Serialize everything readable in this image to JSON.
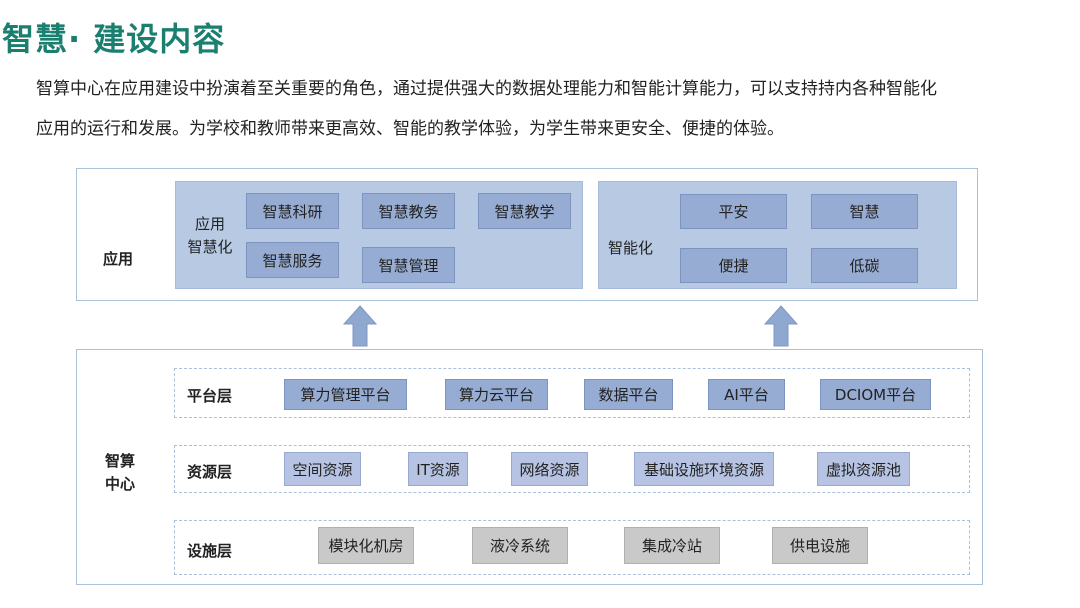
{
  "header": {
    "title": "智慧· 建设内容",
    "description_line1": "智算中心在应用建设中扮演着至关重要的角色，通过提供强大的数据处理能力和智能计算能力，可以支持持内各种智能化",
    "description_line2": "应用的运行和发展。为学校和教师带来更高效、智能的教学体验，为学生带来更安全、便捷的体验。"
  },
  "application": {
    "label": "应用",
    "left_panel": {
      "label_line1": "应用",
      "label_line2": "智慧化",
      "items": [
        "智慧科研",
        "智慧教务",
        "智慧教学",
        "智慧服务",
        "智慧管理"
      ]
    },
    "right_panel": {
      "label": "智能化",
      "items": [
        "平安",
        "智慧",
        "便捷",
        "低碳"
      ]
    }
  },
  "compute_center": {
    "label_line1": "智算",
    "label_line2": "中心",
    "platform_layer": {
      "label": "平台层",
      "items": [
        "算力管理平台",
        "算力云平台",
        "数据平台",
        "AI平台",
        "DCIOM平台"
      ]
    },
    "resource_layer": {
      "label": "资源层",
      "items": [
        "空间资源",
        "IT资源",
        "网络资源",
        "基础设施环境资源",
        "虚拟资源池"
      ]
    },
    "facility_layer": {
      "label": "设施层",
      "items": [
        "模块化机房",
        "液冷系统",
        "集成冷站",
        "供电设施"
      ]
    }
  },
  "colors": {
    "title": "#1a7f6f",
    "arrow": "#8fa8d0",
    "box_dark": "#97acd3",
    "box_light": "#b6c3e3",
    "box_gray": "#c9c9c9"
  }
}
